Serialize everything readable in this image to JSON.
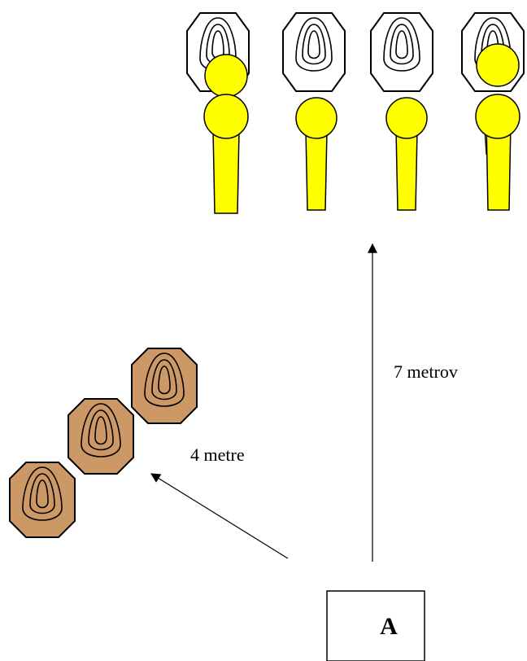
{
  "diagram": {
    "far_target_count": 4,
    "near_target_count": 3,
    "far_distance_label": "7 metrov",
    "near_distance_label": "4 metre",
    "start_box_label": "A",
    "colors": {
      "background": "#ffffff",
      "stroke": "#000000",
      "far_target_fill": "#ffffff",
      "post_fill": "#ffff00",
      "near_target_fill": "#cc9966"
    }
  }
}
